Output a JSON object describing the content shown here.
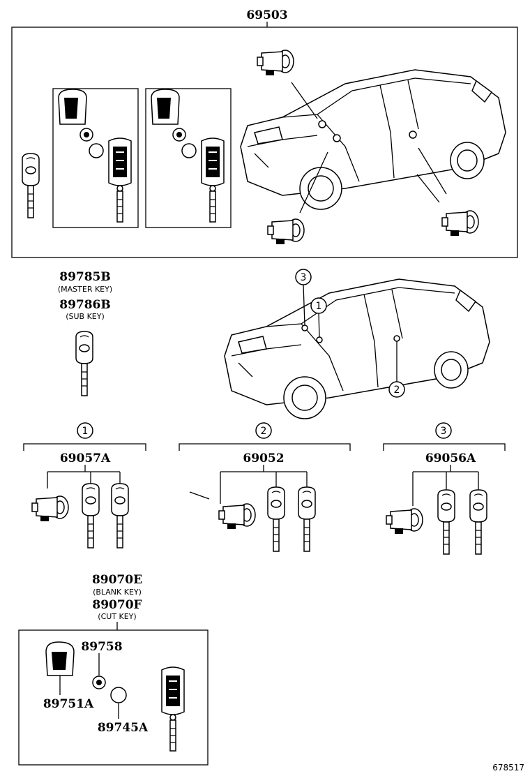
{
  "assembly": {
    "label": "69503"
  },
  "master_key": {
    "part": "89785B",
    "note": "(MASTER KEY)"
  },
  "sub_key": {
    "part": "89786B",
    "note": "(SUB KEY)"
  },
  "locations": {
    "ref1": "1",
    "ref2": "2",
    "ref3": "3"
  },
  "groups": [
    {
      "ref": "1",
      "part": "69057A"
    },
    {
      "ref": "2",
      "part": "69052"
    },
    {
      "ref": "3",
      "part": "69056A"
    }
  ],
  "blank_key": {
    "part": "89070E",
    "note": "(BLANK KEY)"
  },
  "cut_key": {
    "part": "89070F",
    "note": "(CUT KEY)"
  },
  "transmitter": {
    "cover": "89751A",
    "seal": "89758",
    "battery": "89745A"
  },
  "diagram_id": "678517"
}
